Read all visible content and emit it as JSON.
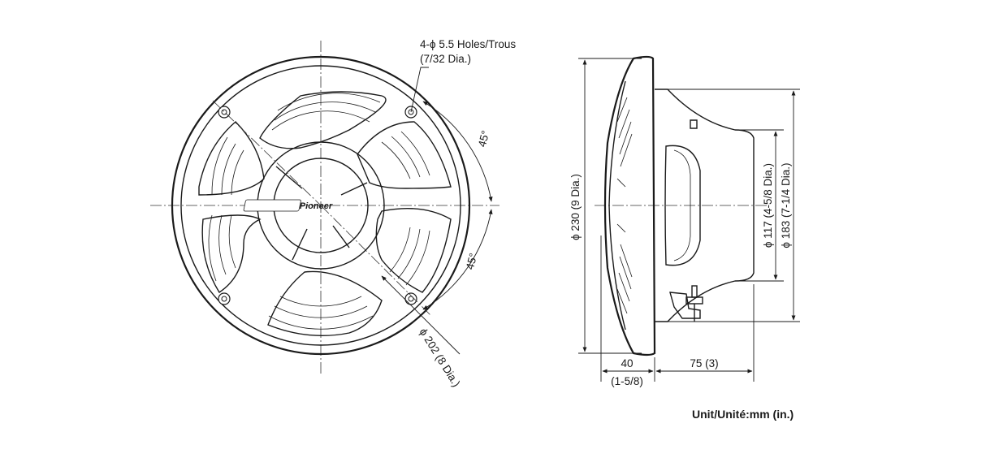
{
  "front_view": {
    "hole_callout_line1": "4-ϕ 5.5 Holes/Trous",
    "hole_callout_line2": "(7/32 Dia.)",
    "angle_upper": "45°",
    "angle_lower": "45°",
    "mount_diameter": "ϕ 202 (8 Dia.)",
    "logo_text": "Pioneer"
  },
  "side_view": {
    "overall_diameter": "ϕ 230 (9 Dia.)",
    "magnet_diameter": "ϕ 117 (4-5/8 Dia.)",
    "cutout_diameter": "ϕ 183 (7-1/4 Dia.)",
    "depth_front": "40",
    "depth_front_in": "(1-5/8)",
    "depth_rear": "75 (3)"
  },
  "unit_label": "Unit/Unité:mm (in.)",
  "colors": {
    "line": "#1a1a1a",
    "background": "#ffffff"
  }
}
